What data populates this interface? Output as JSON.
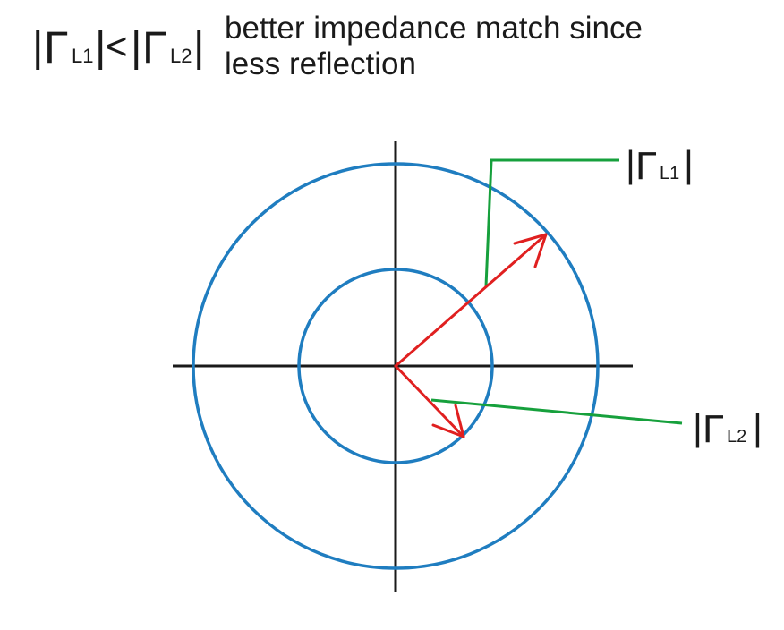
{
  "header": {
    "relation": {
      "left": {
        "bar": "|",
        "symbol": "Γ",
        "subscript": "L1"
      },
      "operator": "<",
      "right": {
        "bar": "|",
        "symbol": "Γ",
        "subscript": "L2"
      }
    },
    "caption_lines": [
      "better impedance match since",
      "less reflection"
    ]
  },
  "diagram": {
    "labels": [
      {
        "symbol": "Γ",
        "subscript": "L1"
      },
      {
        "symbol": "Γ",
        "subscript": "L2"
      }
    ],
    "colors": {
      "axes": "#1a1a1a",
      "circles": "#1f7dc0",
      "vectors": "#e02020",
      "leaders": "#16a03c"
    }
  }
}
